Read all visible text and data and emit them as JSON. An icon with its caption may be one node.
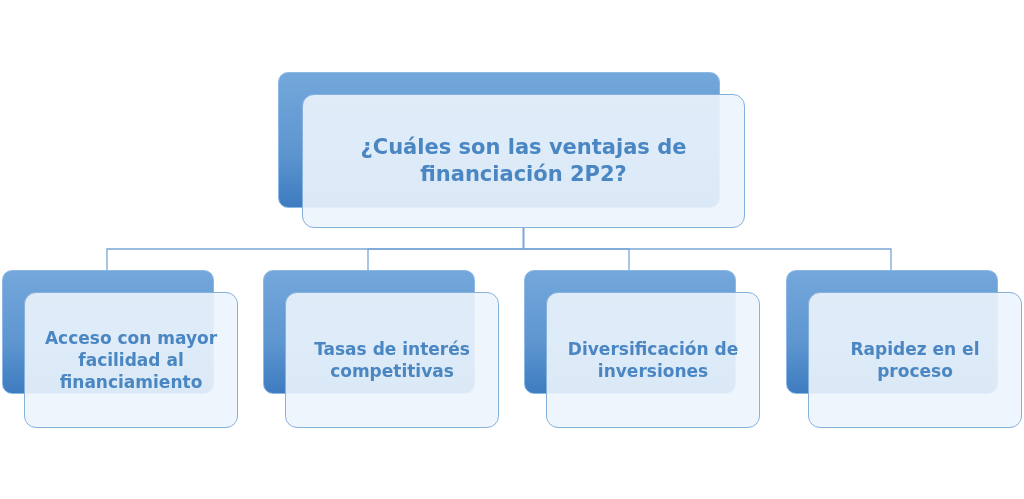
{
  "diagram": {
    "nodes": [
      {
        "text": [
          "¿Cuáles son las ventajas de financiación 2P2?"
        ]
      },
      {
        "text": [
          "Acceso con mayor facilidad al financiamiento"
        ]
      },
      {
        "text": [
          "Tasas de interés competitivas"
        ]
      },
      {
        "text": [
          "Diversificación de inversiones"
        ]
      },
      {
        "text": [
          "Rapidez en el proceso"
        ]
      }
    ],
    "edges": [
      {
        "from": 0,
        "to": 1,
        "arrow": "none"
      },
      {
        "from": 0,
        "to": 2,
        "arrow": "none"
      },
      {
        "from": 0,
        "to": 3,
        "arrow": "none"
      },
      {
        "from": 0,
        "to": 4,
        "arrow": "none"
      }
    ]
  }
}
